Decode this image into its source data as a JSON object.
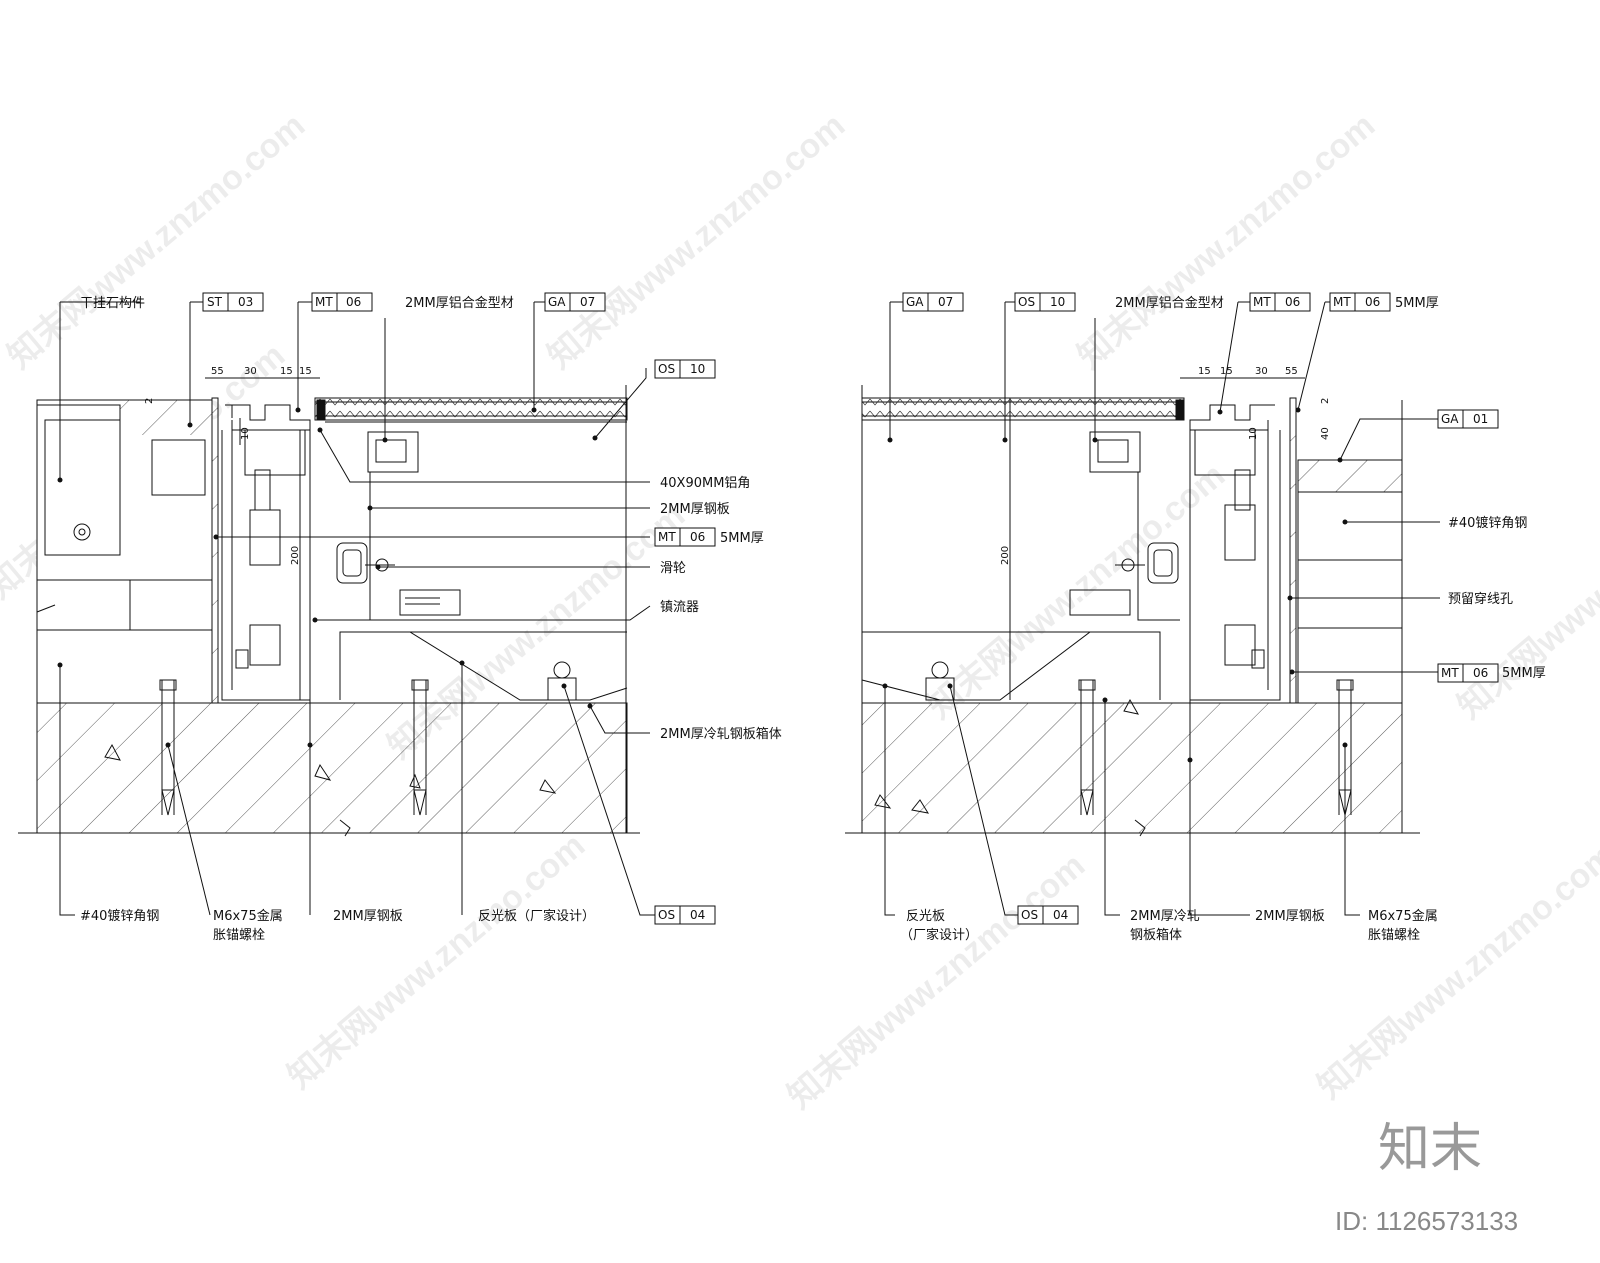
{
  "left": {
    "labels": {
      "ganguashi": "干挂石构件",
      "alu_profile": "2MM厚铝合金型材",
      "alu_angle": "40X90MM铝角",
      "steel_plate": "2MM厚钢板",
      "mm5": "5MM厚",
      "pulley": "滑轮",
      "ballast": "镇流器",
      "box": "2MM厚冷轧钢板箱体",
      "angle_steel": "#40镀锌角钢",
      "bolt_l1": "M6x75金属",
      "bolt_l2": "胀锚螺栓",
      "steel_plate_b": "2MM厚钢板",
      "reflector": "反光板（厂家设计）"
    },
    "tags": {
      "st": [
        "ST",
        "03"
      ],
      "mt_top": [
        "MT",
        "06"
      ],
      "ga": [
        "GA",
        "07"
      ],
      "os_top": [
        "OS",
        "10"
      ],
      "mt_mid": [
        "MT",
        "06"
      ],
      "os_bot": [
        "OS",
        "04"
      ]
    },
    "dims": {
      "d55": "55",
      "d30": "30",
      "d15a": "15",
      "d15b": "15",
      "d10": "10",
      "d2": "2",
      "d200": "200"
    }
  },
  "right": {
    "labels": {
      "alu_profile": "2MM厚铝合金型材",
      "mm5_top": "5MM厚",
      "angle_steel": "#40镀锌角钢",
      "hole": "预留穿线孔",
      "mm5_bot": "5MM厚",
      "reflector_1": "反光板",
      "reflector_2": "（厂家设计）",
      "box_1": "2MM厚冷轧",
      "box_2": "钢板箱体",
      "steel_plate": "2MM厚钢板",
      "bolt_l1": "M6x75金属",
      "bolt_l2": "胀锚螺栓"
    },
    "tags": {
      "ga_top": [
        "GA",
        "07"
      ],
      "os_top": [
        "OS",
        "10"
      ],
      "mt_a": [
        "MT",
        "06"
      ],
      "mt_b": [
        "MT",
        "06"
      ],
      "ga_01": [
        "GA",
        "01"
      ],
      "mt_bot": [
        "MT",
        "06"
      ],
      "os_bot": [
        "OS",
        "04"
      ]
    },
    "dims": {
      "d15a": "15",
      "d15b": "15",
      "d30": "30",
      "d55": "55",
      "d10": "10",
      "d2": "2",
      "d40": "40",
      "d200": "200"
    }
  },
  "watermark": "知末网www.znzmo.com",
  "brand": "知末",
  "id_text": "ID: 1126573133"
}
